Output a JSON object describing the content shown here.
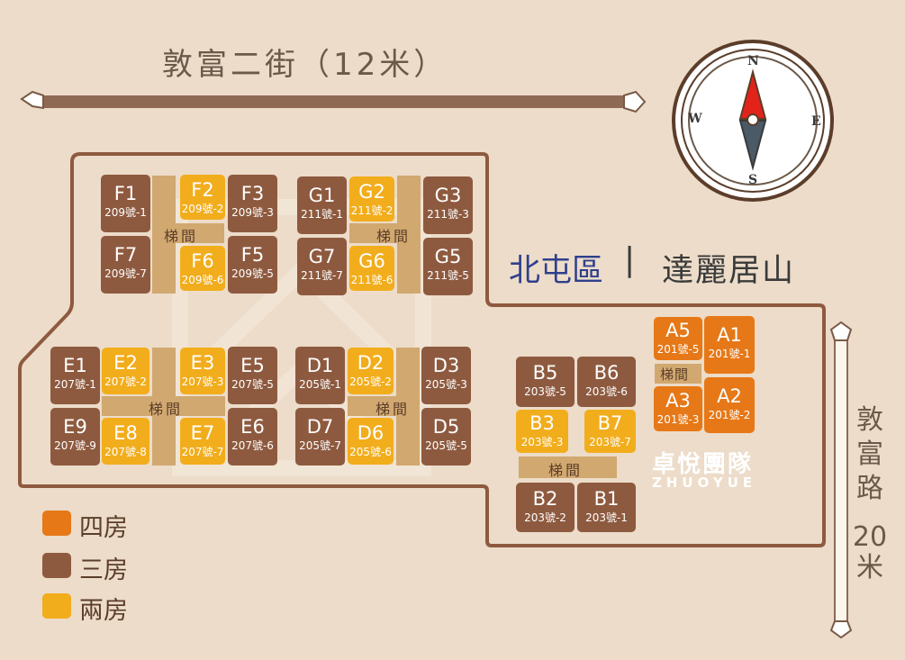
{
  "roads": {
    "top": "敦富二街（12米）",
    "right_chars": [
      "敦",
      "富",
      "路"
    ],
    "right_width": "20",
    "right_unit": "米"
  },
  "compass": {
    "n": "N",
    "s": "S",
    "e": "E",
    "w": "W"
  },
  "district": "北屯區",
  "separator": "|",
  "project": "達麗居山",
  "team": {
    "name": "卓悅團隊",
    "latin": "ZHUOYUE"
  },
  "stair_label": "梯間",
  "legend": [
    {
      "label": "四房",
      "color": "#e67817"
    },
    {
      "label": "三房",
      "color": "#8e5a3f"
    },
    {
      "label": "兩房",
      "color": "#f2ad1c"
    }
  ],
  "units": {
    "F1": {
      "code": "F1",
      "addr": "209號-1"
    },
    "F2": {
      "code": "F2",
      "addr": "209號-2"
    },
    "F3": {
      "code": "F3",
      "addr": "209號-3"
    },
    "F7": {
      "code": "F7",
      "addr": "209號-7"
    },
    "F6": {
      "code": "F6",
      "addr": "209號-6"
    },
    "F5": {
      "code": "F5",
      "addr": "209號-5"
    },
    "G1": {
      "code": "G1",
      "addr": "211號-1"
    },
    "G2": {
      "code": "G2",
      "addr": "211號-2"
    },
    "G3": {
      "code": "G3",
      "addr": "211號-3"
    },
    "G7": {
      "code": "G7",
      "addr": "211號-7"
    },
    "G6": {
      "code": "G6",
      "addr": "211號-6"
    },
    "G5": {
      "code": "G5",
      "addr": "211號-5"
    },
    "E1": {
      "code": "E1",
      "addr": "207號-1"
    },
    "E2": {
      "code": "E2",
      "addr": "207號-2"
    },
    "E3": {
      "code": "E3",
      "addr": "207號-3"
    },
    "E5": {
      "code": "E5",
      "addr": "207號-5"
    },
    "E9": {
      "code": "E9",
      "addr": "207號-9"
    },
    "E8": {
      "code": "E8",
      "addr": "207號-8"
    },
    "E7": {
      "code": "E7",
      "addr": "207號-7"
    },
    "E6": {
      "code": "E6",
      "addr": "207號-6"
    },
    "D1": {
      "code": "D1",
      "addr": "205號-1"
    },
    "D2": {
      "code": "D2",
      "addr": "205號-2"
    },
    "D3": {
      "code": "D3",
      "addr": "205號-3"
    },
    "D7": {
      "code": "D7",
      "addr": "205號-7"
    },
    "D6": {
      "code": "D6",
      "addr": "205號-6"
    },
    "D5": {
      "code": "D5",
      "addr": "205號-5"
    },
    "B5": {
      "code": "B5",
      "addr": "203號-5"
    },
    "B6": {
      "code": "B6",
      "addr": "203號-6"
    },
    "B3": {
      "code": "B3",
      "addr": "203號-3"
    },
    "B7": {
      "code": "B7",
      "addr": "203號-7"
    },
    "B2": {
      "code": "B2",
      "addr": "203號-2"
    },
    "B1": {
      "code": "B1",
      "addr": "203號-1"
    },
    "A5": {
      "code": "A5",
      "addr": "201號-5"
    },
    "A1": {
      "code": "A1",
      "addr": "201號-1"
    },
    "A3": {
      "code": "A3",
      "addr": "201號-3"
    },
    "A2": {
      "code": "A2",
      "addr": "201號-2"
    }
  }
}
